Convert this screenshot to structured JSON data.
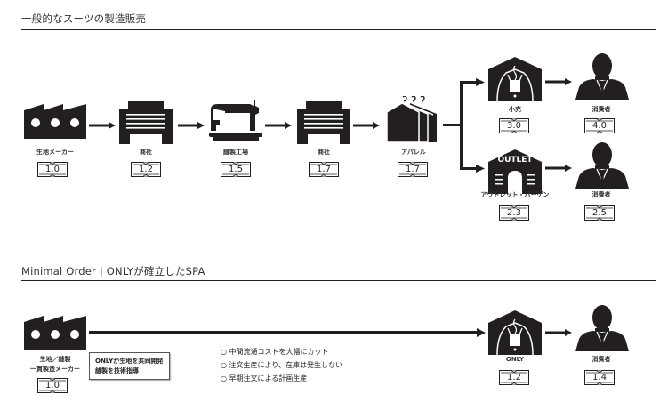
{
  "section1": {
    "title": "一般的なスーツの製造販売",
    "nodes": [
      {
        "icon": "factory-icon",
        "label": "生地メーカー",
        "value": "1.0"
      },
      {
        "icon": "trading-company-icon",
        "label": "商社",
        "value": "1.2"
      },
      {
        "icon": "sewing-machine-icon",
        "label": "縫製工場",
        "value": "1.5"
      },
      {
        "icon": "trading-company-icon",
        "label": "商社",
        "value": "1.7"
      },
      {
        "icon": "apparel-icon",
        "label": "アパレル",
        "value": "1.7"
      }
    ],
    "branches": [
      {
        "store": {
          "icon": "retail-store-icon",
          "label": "小売",
          "value": "3.0"
        },
        "consumer": {
          "icon": "consumer-icon",
          "label": "消費者",
          "value": "4.0"
        }
      },
      {
        "store": {
          "icon": "outlet-store-icon",
          "label": "アウトレット・バーゲン",
          "value": "2.3",
          "sign": "OUTLET"
        },
        "consumer": {
          "icon": "consumer-icon",
          "label": "消費者",
          "value": "2.5"
        }
      }
    ]
  },
  "section2": {
    "title": "Minimal Order  |  ONLYが確立したSPA",
    "maker": {
      "icon": "factory-icon",
      "label_line1": "生地／縫製",
      "label_line2": "一貫製造メーカー",
      "value": "1.0"
    },
    "note": {
      "line1": "ONLYが生地を共同開発",
      "line2": "縫製を技術指導"
    },
    "bullets": [
      "○ 中間流通コストを大幅にカット",
      "○ 注文生産により、在庫は発生しない",
      "○ 早期注文による計画生産"
    ],
    "store": {
      "icon": "retail-store-icon",
      "label": "ONLY",
      "value": "1.2"
    },
    "consumer": {
      "icon": "consumer-icon",
      "label": "消費者",
      "value": "1.4"
    }
  }
}
